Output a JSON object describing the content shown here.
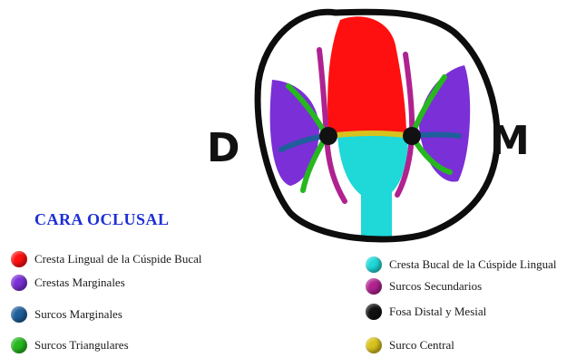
{
  "diagram": {
    "title": "CARA OCLUSAL",
    "side_left": "D",
    "side_right": "M"
  },
  "legend": {
    "items": [
      {
        "label": "Cresta Lingual de la Cúspide Bucal",
        "color": "#ff1010",
        "icon": "red-dot-icon"
      },
      {
        "label": "Crestas Marginales",
        "color": "#7b2fd6",
        "icon": "purple-dot-icon"
      },
      {
        "label": "Surcos Marginales",
        "color": "#1f5f9c",
        "icon": "blue-dot-icon"
      },
      {
        "label": "Surcos Triangulares",
        "color": "#26b81e",
        "icon": "green-dot-icon"
      },
      {
        "label": "Cresta Bucal de la Cúspide Lingual",
        "color": "#1fd8d8",
        "icon": "cyan-dot-icon"
      },
      {
        "label": "Surcos Secundarios",
        "color": "#b0228f",
        "icon": "magenta-dot-icon"
      },
      {
        "label": "Fosa Distal y Mesial",
        "color": "#111111",
        "icon": "black-dot-icon"
      },
      {
        "label": "Surco Central",
        "color": "#d8c21c",
        "icon": "yellow-dot-icon"
      }
    ]
  }
}
